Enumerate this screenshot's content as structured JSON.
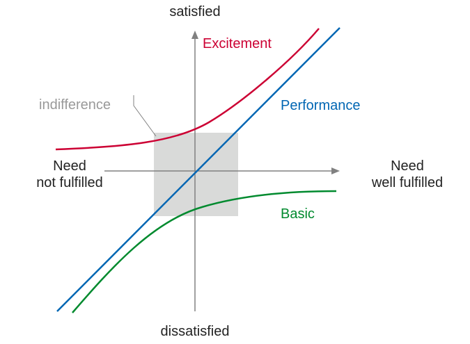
{
  "axes": {
    "y_top": "satisfied",
    "y_bottom": "dissatisfied",
    "x_left": [
      "Need",
      "not fulfilled"
    ],
    "x_right": [
      "Need",
      "well fulfilled"
    ]
  },
  "curves": [
    {
      "key": "excitement",
      "label": "Excitement",
      "color": "#cc0033"
    },
    {
      "key": "performance",
      "label": "Performance",
      "color": "#0066b3"
    },
    {
      "key": "basic",
      "label": "Basic",
      "color": "#008a2e"
    }
  ],
  "zone": {
    "label": "indifference",
    "label_color": "#999999",
    "fill": "#d9dad9"
  },
  "colors": {
    "axis": "#808080",
    "text": "#222222",
    "leader": "#808080"
  }
}
